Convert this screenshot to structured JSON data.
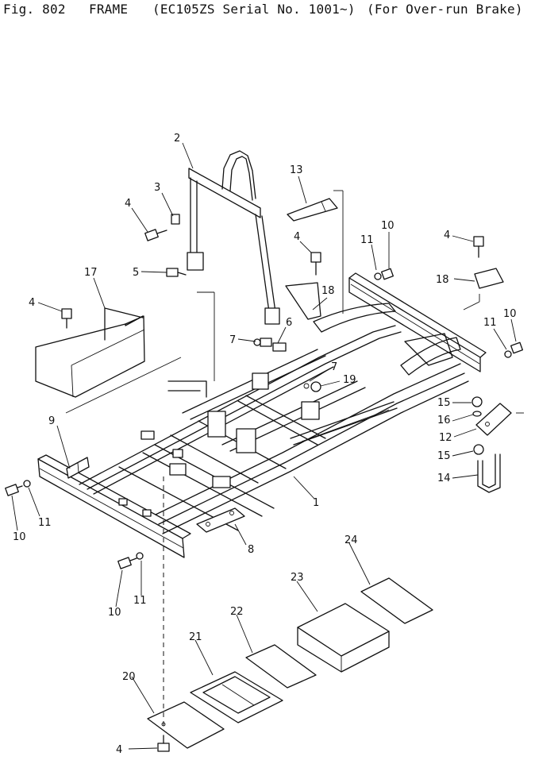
{
  "header": {
    "figure": "Fig. 802",
    "title": "FRAME",
    "serial": "(EC105ZS Serial No. 1001~)",
    "variant": "(For Over-run Brake)"
  },
  "callouts": [
    {
      "id": "c-2",
      "text": "2"
    },
    {
      "id": "c-3",
      "text": "3"
    },
    {
      "id": "c-4a",
      "text": "4"
    },
    {
      "id": "c-5",
      "text": "5"
    },
    {
      "id": "c-13",
      "text": "13"
    },
    {
      "id": "c-4b",
      "text": "4"
    },
    {
      "id": "c-11a",
      "text": "11"
    },
    {
      "id": "c-10a",
      "text": "10"
    },
    {
      "id": "c-4c",
      "text": "4"
    },
    {
      "id": "c-18a",
      "text": "18"
    },
    {
      "id": "c-18b",
      "text": "18"
    },
    {
      "id": "c-10b",
      "text": "10"
    },
    {
      "id": "c-11b",
      "text": "11"
    },
    {
      "id": "c-17",
      "text": "17"
    },
    {
      "id": "c-4d",
      "text": "4"
    },
    {
      "id": "c-6",
      "text": "6"
    },
    {
      "id": "c-7a",
      "text": "7"
    },
    {
      "id": "c-7b",
      "text": "7"
    },
    {
      "id": "c-19",
      "text": "19"
    },
    {
      "id": "c-15a",
      "text": "15"
    },
    {
      "id": "c-16",
      "text": "16"
    },
    {
      "id": "c-12",
      "text": "12"
    },
    {
      "id": "c-15b",
      "text": "15"
    },
    {
      "id": "c-14",
      "text": "14"
    },
    {
      "id": "c-9",
      "text": "9"
    },
    {
      "id": "c-1",
      "text": "1"
    },
    {
      "id": "c-10c",
      "text": "10"
    },
    {
      "id": "c-11c",
      "text": "11"
    },
    {
      "id": "c-8",
      "text": "8"
    },
    {
      "id": "c-24",
      "text": "24"
    },
    {
      "id": "c-23",
      "text": "23"
    },
    {
      "id": "c-10d",
      "text": "10"
    },
    {
      "id": "c-11d",
      "text": "11"
    },
    {
      "id": "c-22",
      "text": "22"
    },
    {
      "id": "c-21",
      "text": "21"
    },
    {
      "id": "c-20",
      "text": "20"
    },
    {
      "id": "c-4e",
      "text": "4"
    }
  ]
}
